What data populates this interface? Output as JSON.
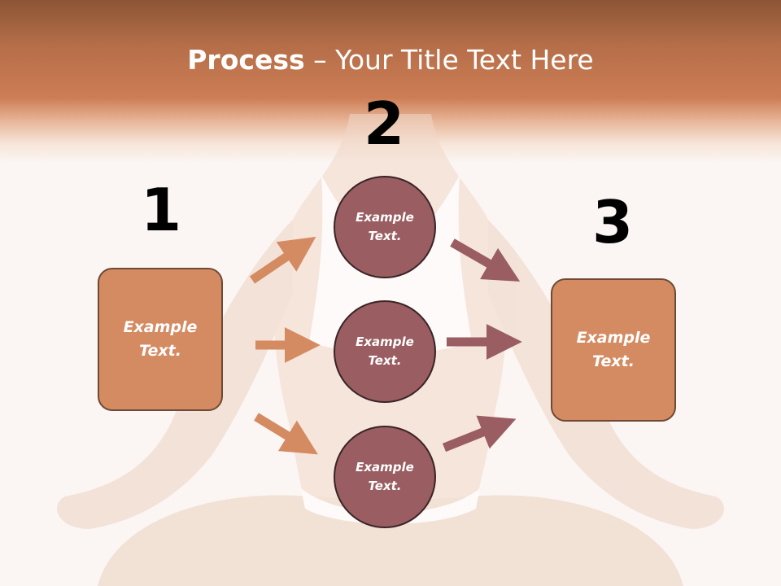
{
  "title": {
    "bold_part": "Process",
    "rest_part": " – Your Title Text Here"
  },
  "steps": [
    {
      "number": "1",
      "box_line1": "Example",
      "box_line2": "Text."
    },
    {
      "number": "2"
    },
    {
      "number": "3",
      "box_line1": "Example",
      "box_line2": "Text."
    }
  ],
  "circles": [
    {
      "line1": "Example",
      "line2": "Text."
    },
    {
      "line1": "Example",
      "line2": "Text."
    },
    {
      "line1": "Example",
      "line2": "Text."
    }
  ],
  "colors": {
    "header_band": "#c8784f",
    "box_fill": "#d48b62",
    "circle_fill": "#9a5d61",
    "arrow_left": "#d48b62",
    "arrow_right": "#9a5d61"
  }
}
